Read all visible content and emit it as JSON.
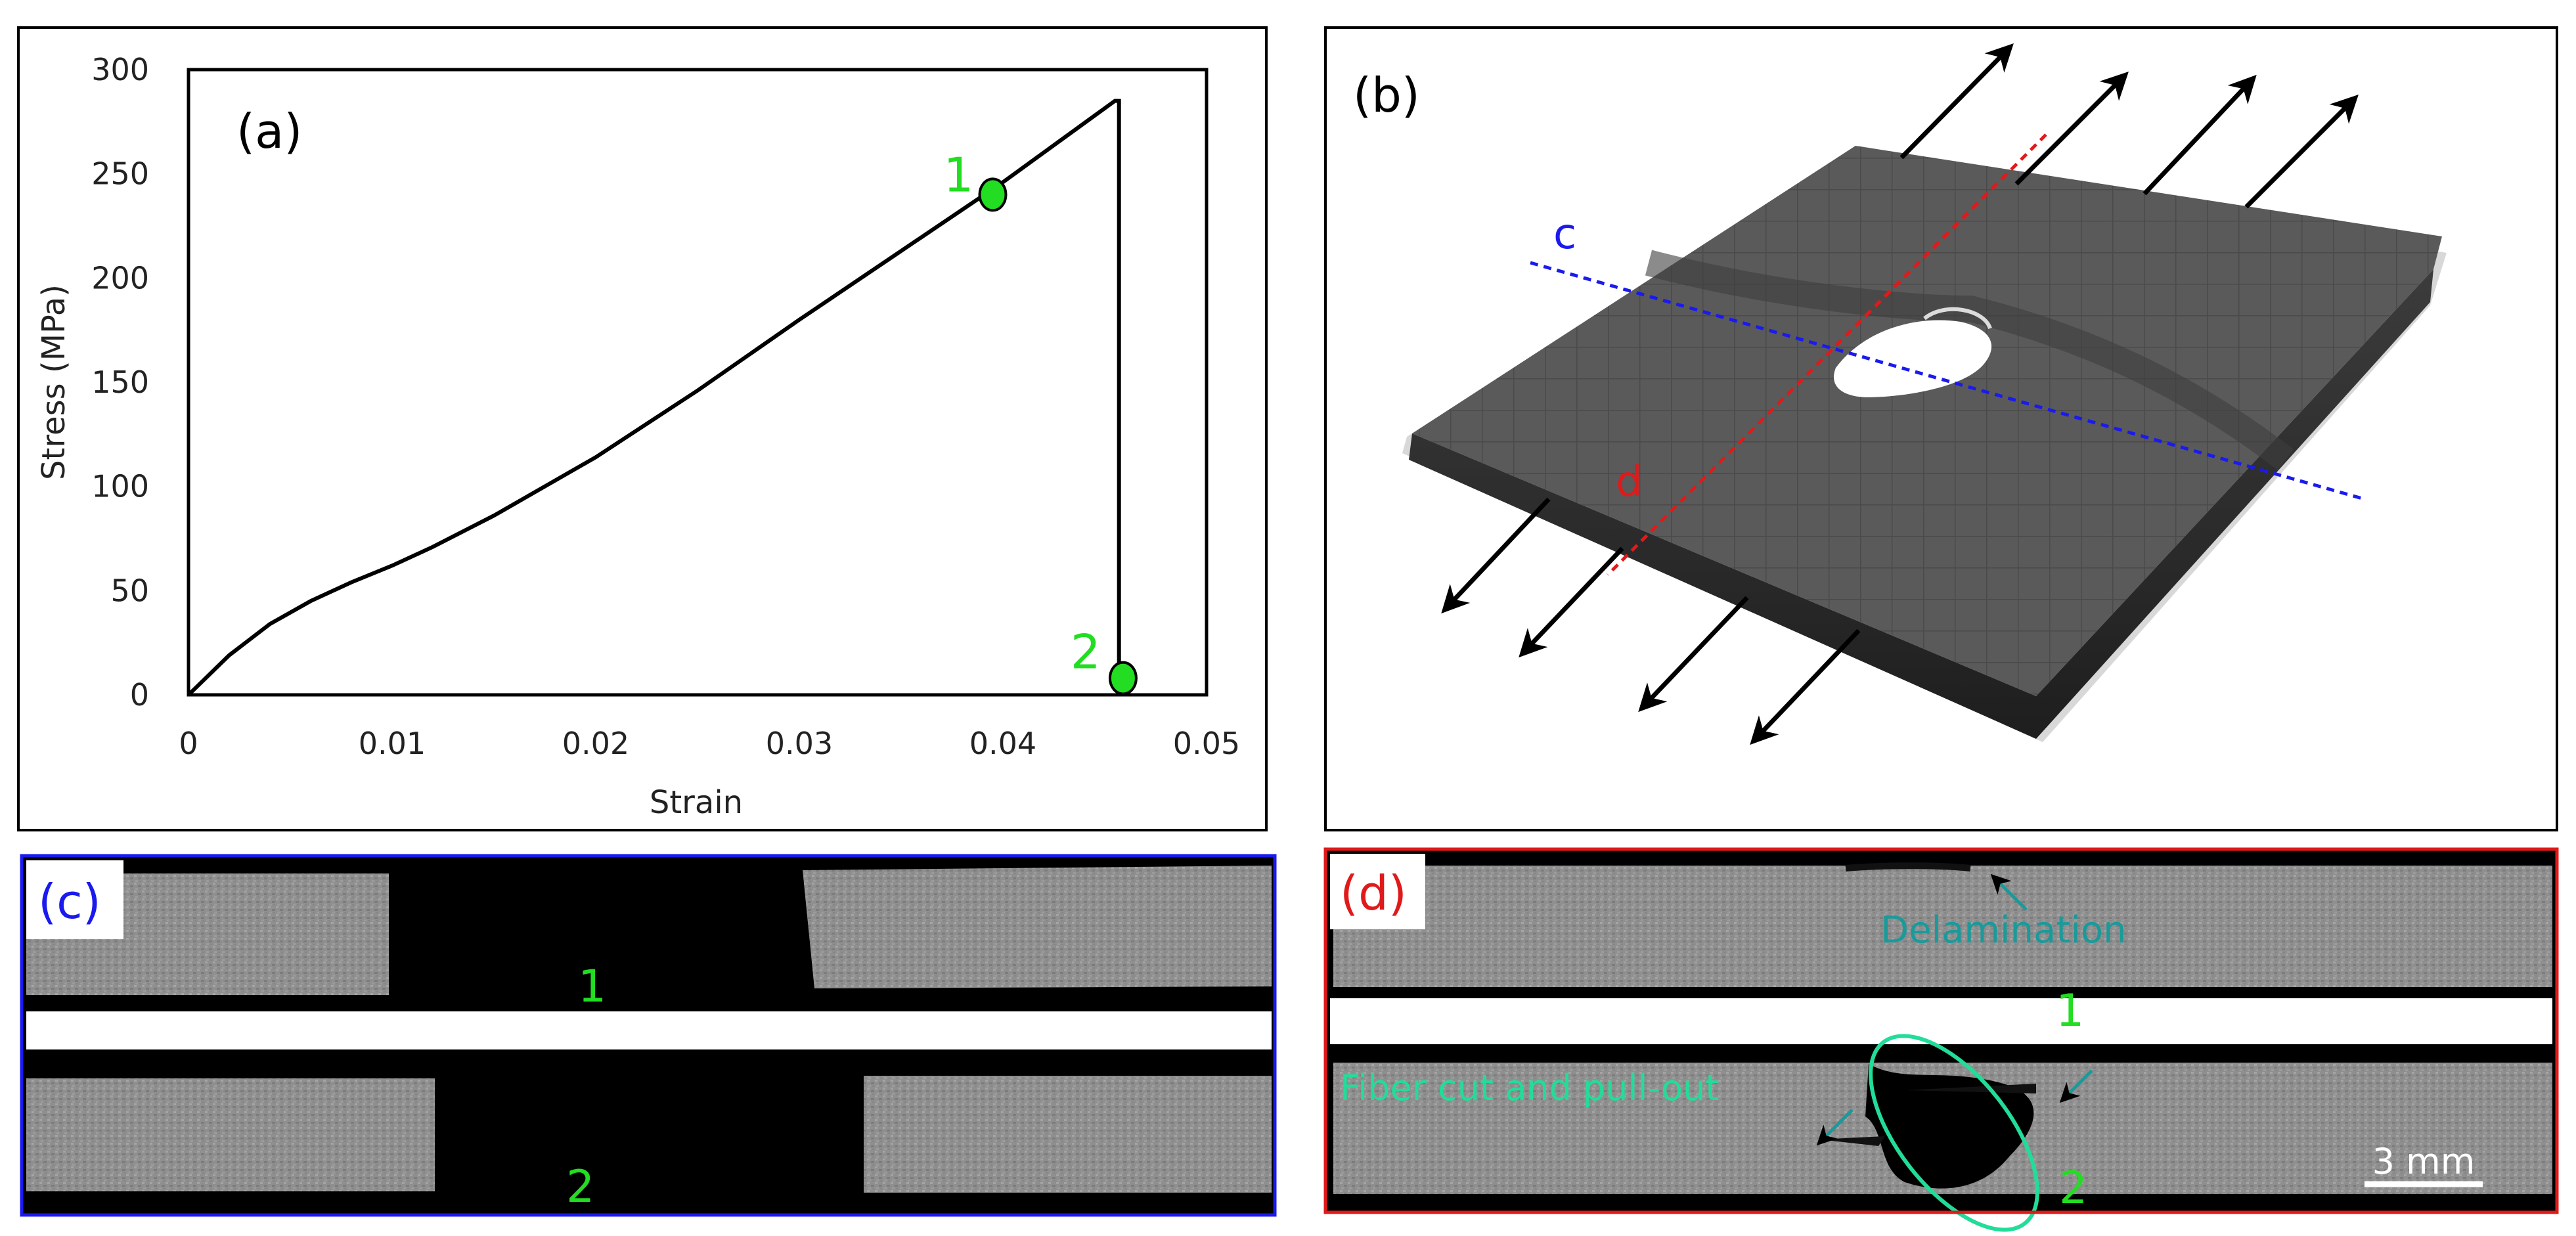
{
  "panel_a": {
    "label": "(a)",
    "points": [
      {
        "label": "1"
      },
      {
        "label": "2"
      }
    ]
  },
  "panel_b": {
    "label": "(b)",
    "line_c_label": "c",
    "line_d_label": "d"
  },
  "panel_c": {
    "label": "(c)",
    "slice_1_label": "1",
    "slice_2_label": "2"
  },
  "panel_d": {
    "label": "(d)",
    "slice_1_label": "1",
    "slice_2_label": "2",
    "annotation_delamination": "Delamination",
    "annotation_fiber": "Fiber cut and pull-out",
    "scale_bar": "3 mm"
  },
  "colors": {
    "curve": "#000000",
    "point": "#22dd22",
    "green_text": "#22dd22",
    "teal_annotation": "#1a9a9a",
    "line_c": "#1a1aee",
    "line_d": "#e01a1a",
    "border_c": "#1a1aee",
    "border_d": "#e01a1a"
  },
  "chart_data": {
    "type": "line",
    "xlabel": "Strain",
    "ylabel": "Stress (MPa)",
    "xlim": [
      0,
      0.05
    ],
    "ylim": [
      0,
      300
    ],
    "xticks": [
      0,
      0.01,
      0.02,
      0.03,
      0.04,
      0.05
    ],
    "yticks": [
      0,
      50,
      100,
      150,
      200,
      250,
      300
    ],
    "xtick_labels": [
      "0",
      "0.01",
      "0.02",
      "0.03",
      "0.04",
      "0.05"
    ],
    "ytick_labels": [
      "0",
      "50",
      "100",
      "150",
      "200",
      "250",
      "300"
    ],
    "series": [
      {
        "x": [
          0,
          0.002,
          0.004,
          0.006,
          0.008,
          0.01,
          0.012,
          0.015,
          0.02,
          0.025,
          0.03,
          0.035,
          0.04,
          0.0455,
          0.0457,
          0.0457
        ],
        "y": [
          0,
          19,
          34,
          45,
          54,
          62,
          71,
          86,
          114,
          146,
          180,
          213,
          246,
          285,
          285,
          8
        ]
      }
    ],
    "markers": [
      {
        "label": "1",
        "x": 0.0395,
        "y": 240
      },
      {
        "label": "2",
        "x": 0.0459,
        "y": 8
      }
    ]
  }
}
